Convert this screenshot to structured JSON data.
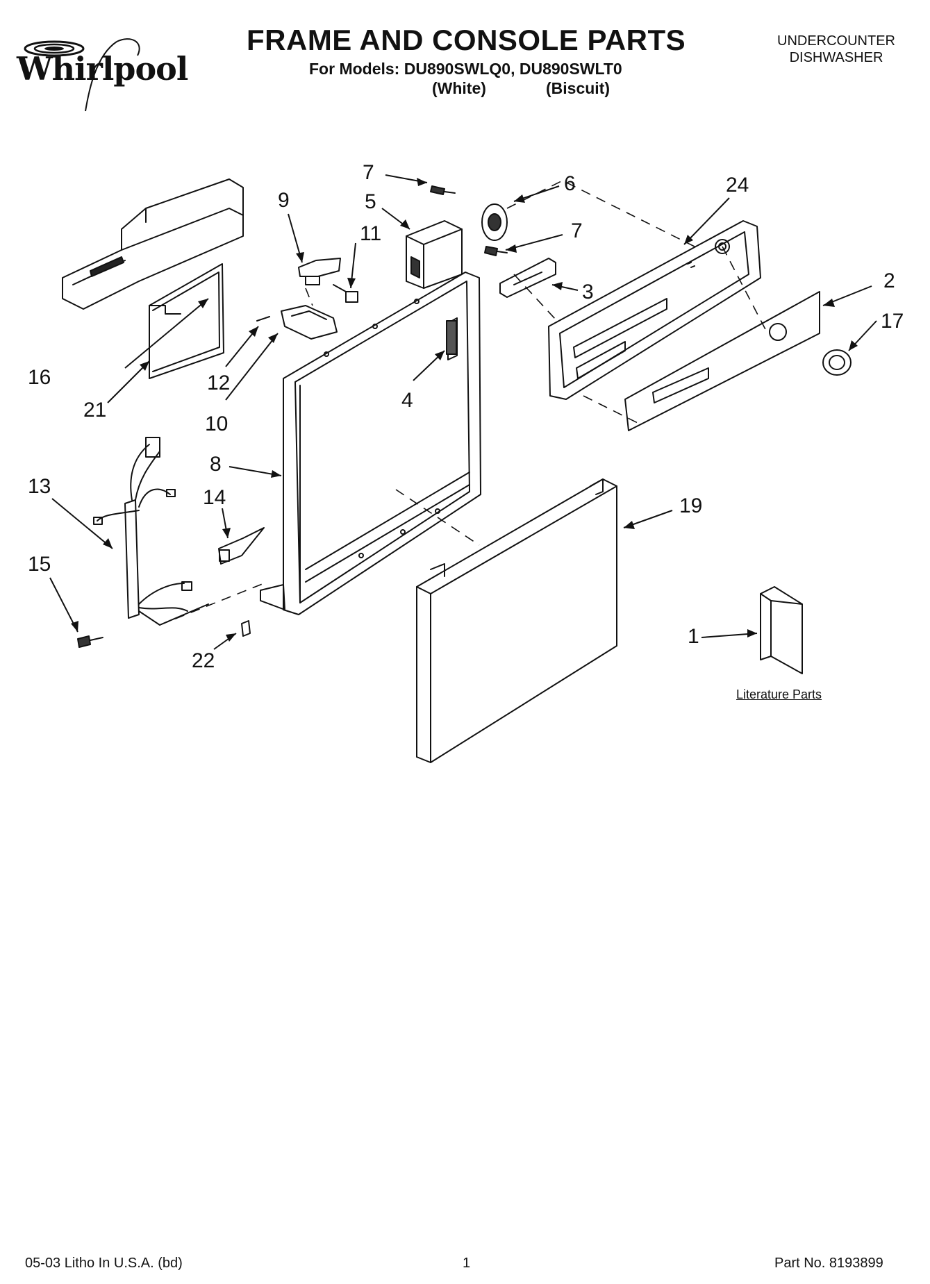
{
  "brand": {
    "logo_text": "Whirlpool"
  },
  "header": {
    "title": "FRAME AND CONSOLE PARTS",
    "models_line": "For Models: DU890SWLQ0, DU890SWLT0",
    "color_white": "(White)",
    "color_biscuit": "(Biscuit)",
    "product_line1": "UNDERCOUNTER",
    "product_line2": "DISHWASHER"
  },
  "callouts": [
    "7",
    "6",
    "24",
    "9",
    "5",
    "11",
    "7",
    "2",
    "3",
    "17",
    "16",
    "12",
    "4",
    "21",
    "10",
    "8",
    "13",
    "19",
    "14",
    "15",
    "1",
    "22"
  ],
  "literature_label": "Literature Parts",
  "footer": {
    "left": "05-03 Litho In U.S.A. (bd)",
    "page": "1",
    "part_no": "Part No. 8193899"
  }
}
